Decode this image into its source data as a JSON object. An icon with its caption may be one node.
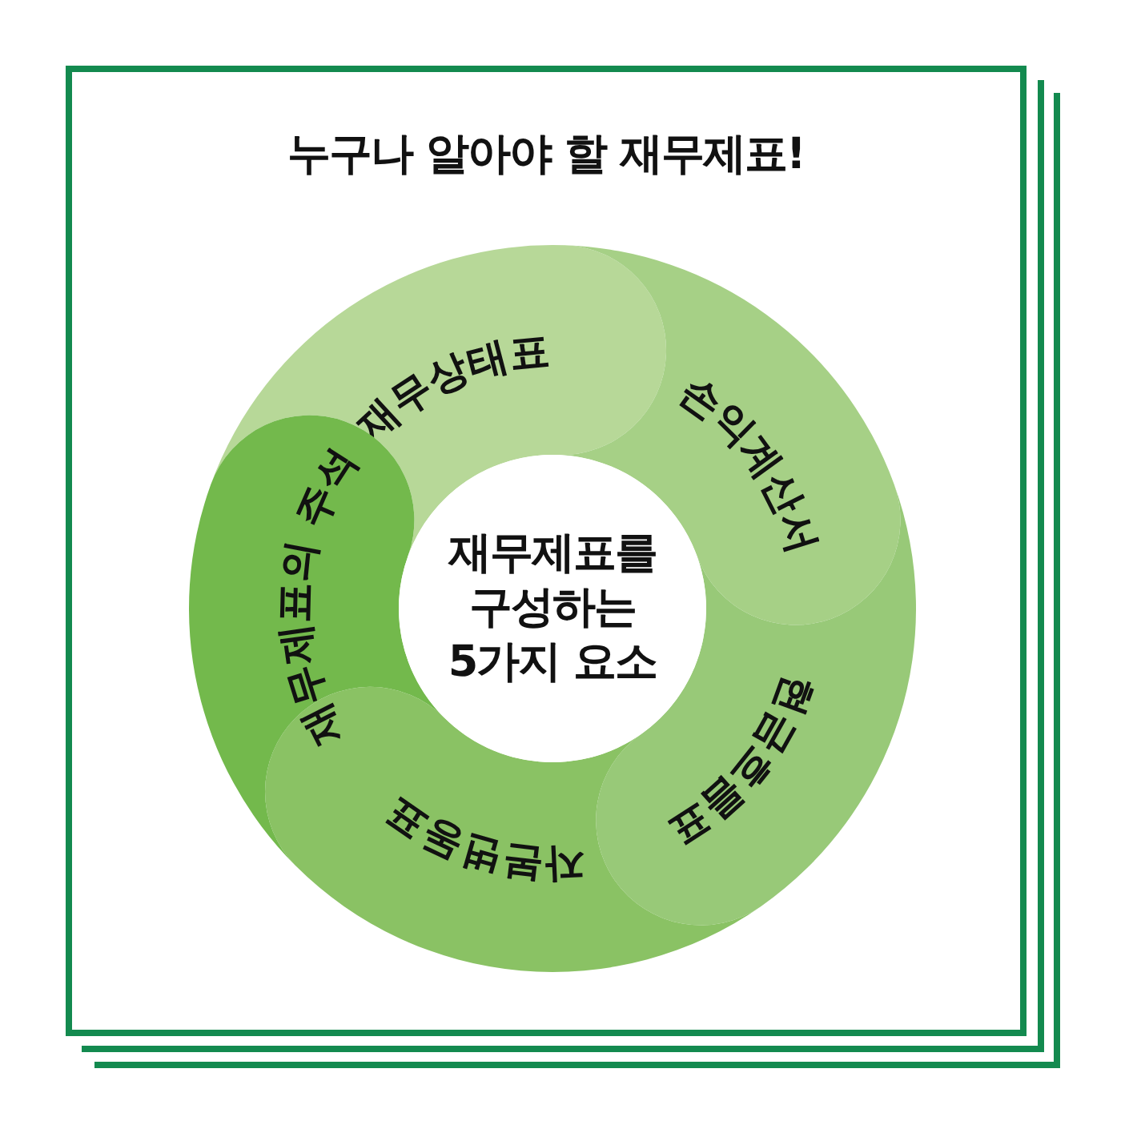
{
  "diagram": {
    "title": "누구나 알아야 할 재무제표!",
    "nodes": [
      {
        "text": [
          "재무제표를 구성하는 5가지 요소"
        ]
      },
      {
        "text": [
          "재무상태표"
        ]
      },
      {
        "text": [
          "손익계산서"
        ]
      },
      {
        "text": [
          "현금흐름표"
        ]
      },
      {
        "text": [
          "자본변동표"
        ]
      },
      {
        "text": [
          "재무제표의 주석"
        ]
      }
    ]
  }
}
